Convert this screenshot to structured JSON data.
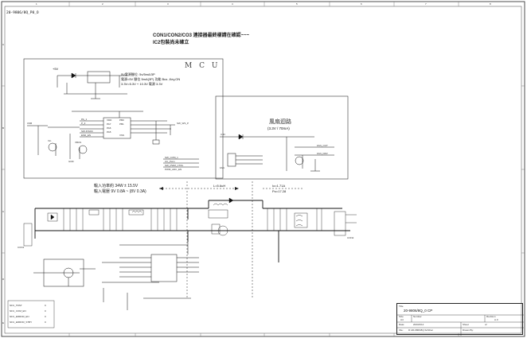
{
  "sheet": {
    "header_id": "20-9806/8Q_P0_O",
    "col_labels": [
      "1",
      "2",
      "3",
      "4",
      "5",
      "6",
      "7",
      "8"
    ],
    "row_labels": [
      "A",
      "B",
      "C",
      "D",
      "E"
    ],
    "line_color": "#111111",
    "paper_color": "#ffffff"
  },
  "notes": {
    "line1": "CON1/CON2/CO3 連接器最終樣請在確認~~~",
    "line2": "IC2包裝尚未確立"
  },
  "mcu_block": {
    "title": "M C U",
    "rail_label": "+5V",
    "spec_lines": [
      "5V電源腳位: 5v/5mA/3P",
      "電源=5V 腳位 5mA(3P) 功能 Bus ,Key,ON",
      "3.3V=5.3V + 10.3V 電源 3.3V"
    ],
    "pin_labels": [
      "PA_1",
      "P_3",
      "SW-P/ADC",
      "ESD_EN"
    ],
    "outputs": [
      "SW_WS_P",
      "SW_COM_1",
      "CC_Pwm",
      "SW_PWM_CTRL",
      "PWM_ADC_EN"
    ],
    "chip_pins": [
      "VDD",
      "PA7",
      "PA6",
      "PA5",
      "PB0",
      "PB1",
      "VSS"
    ],
    "ports": [
      "USB",
      "Vin",
      "VBUS",
      "GND"
    ]
  },
  "fan_block": {
    "title": "風扇迴路",
    "subtitle": "(3.3V / 70mA)",
    "left_label": "3.3V",
    "outputs": [
      "FAN_OUT",
      "FAN_DRV"
    ],
    "header_label": "FAN"
  },
  "power": {
    "input_line1": "輸入功率約 34W ± 15.5V",
    "input_line2": "輸入電壓 9V  0.8A ~ (8V 0.3A)",
    "inductor_label": "L=5.6uH",
    "out_line1": "Io=1.71A",
    "out_line2": "Po=17.28",
    "in_connector": "CON1",
    "out_connector": "CON2"
  },
  "status_table": {
    "rows": [
      {
        "name": "NFU_TRST",
        "val": "0"
      },
      {
        "name": "NFU_COM_EN",
        "val": "0"
      },
      {
        "name": "NFU_ERROR_EN",
        "val": "0"
      },
      {
        "name": "NFU_ERROR_STBY",
        "val": "0"
      }
    ]
  },
  "title_block": {
    "title_label": "Title",
    "title_value": "20-9806/8Q_0 CP",
    "size_label": "Size",
    "size_value": "A4",
    "number_label": "Number",
    "rev_label": "Revision",
    "rev_value": "A.0",
    "date_label": "Date:",
    "date_value": "2023/4/12",
    "sheet_label": "Sheet",
    "sheet_value": "of",
    "file_label": "File:",
    "file_value": "D:\\20-9806\\8Q.SchDoc",
    "drawn_label": "Drawn By:"
  }
}
